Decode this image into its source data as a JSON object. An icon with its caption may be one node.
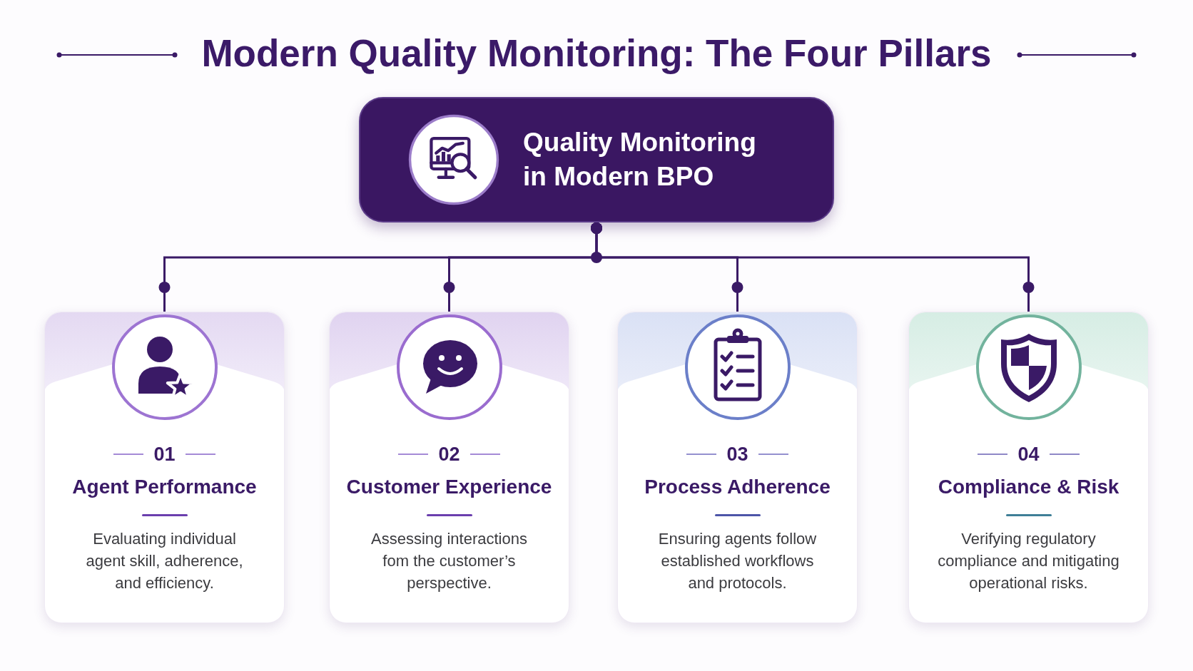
{
  "diagram": {
    "title": "Modern Quality Monitoring: The Four Pillars",
    "nodes": [
      {
        "text": [
          "Quality Monitoring in Modern BPO"
        ]
      },
      {
        "text": [
          "01",
          "Agent Performance",
          "Evaluating individual agent skill, adherence, and efficiency."
        ]
      },
      {
        "text": [
          "02",
          "Customer Experience",
          "Assessing interactions fom the customer’s perspective."
        ]
      },
      {
        "text": [
          "03",
          "Process Adherence",
          "Ensuring agents follow established workflows and protocols."
        ]
      },
      {
        "text": [
          "04",
          "Compliance & Risk",
          "Verifying regulatory compliance and mitigating operational risks."
        ]
      }
    ],
    "edges": [
      {
        "from": 0,
        "to": 1,
        "arrow": "other"
      },
      {
        "from": 0,
        "to": 2,
        "arrow": "other"
      },
      {
        "from": 0,
        "to": 3,
        "arrow": "other"
      },
      {
        "from": 0,
        "to": 4,
        "arrow": "other"
      }
    ]
  }
}
